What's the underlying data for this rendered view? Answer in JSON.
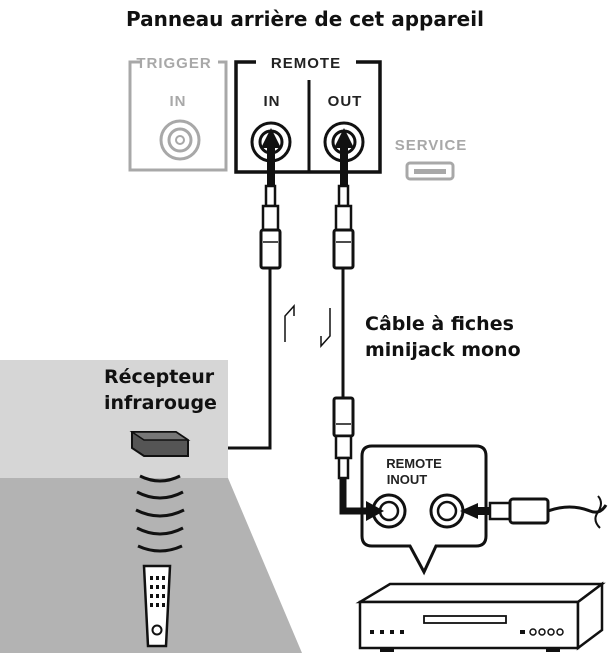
{
  "title": "Panneau arrière de cet appareil",
  "panel": {
    "trigger_label": "TRIGGER",
    "trigger_in_label": "IN",
    "remote_label": "REMOTE",
    "remote_in_label": "IN",
    "remote_out_label": "OUT",
    "service_label": "SERVICE"
  },
  "cable_label_line1": "Câble à fiches",
  "cable_label_line2": "minijack mono",
  "receiver_label_line1": "Récepteur",
  "receiver_label_line2": "infrarouge",
  "device": {
    "remote_label": "REMOTE",
    "in_out_label": "INOUT"
  },
  "colors": {
    "room_wall": "#d6d6d6",
    "room_floor": "#b3b3b3",
    "line": "#111111",
    "disabled": "#a8a8a8"
  }
}
